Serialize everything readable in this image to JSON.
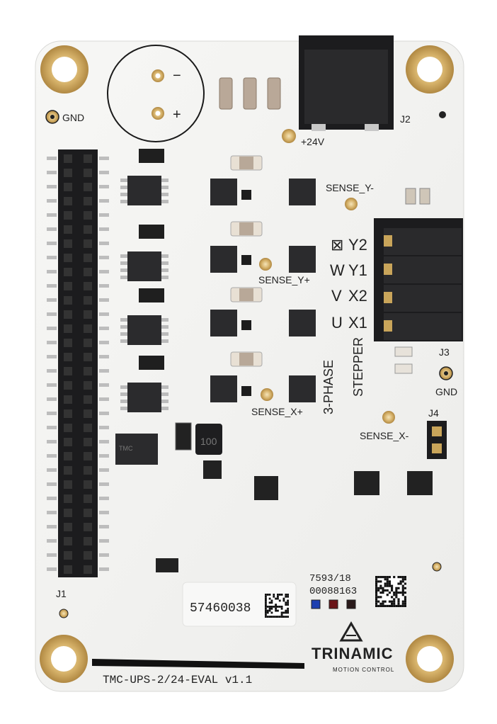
{
  "board": {
    "name": "TMC-UPS-2/24-EVAL v1.1",
    "brand": "TRINAMIC",
    "brand_tagline": "MOTION CONTROL",
    "serial_number": "57460038",
    "lot_code": "7593/18",
    "lot_number": "00088163"
  },
  "silkscreen": {
    "gnd_top": "GND",
    "gnd_right": "GND",
    "plus_24v": "+24V",
    "j1": "J1",
    "j2": "J2",
    "j3": "J3",
    "j4": "J4",
    "sense_y_minus": "SENSE_Y-",
    "sense_y_plus": "SENSE_Y+",
    "sense_x_plus": "SENSE_X+",
    "sense_x_minus": "SENSE_X-",
    "motor_pins": [
      {
        "phase": "⊠",
        "label": "Y2"
      },
      {
        "phase": "W",
        "label": "Y1"
      },
      {
        "phase": "V",
        "label": "X2"
      },
      {
        "phase": "U",
        "label": "X1"
      }
    ],
    "stepper_line1": "3-PHASE",
    "stepper_line2": "STEPPER",
    "cap_minus": "−",
    "cap_plus": "+",
    "inductor": "100"
  },
  "colors": {
    "board": "#f3f3f1",
    "gold": "#c8a25a",
    "connector": "#1c1c1e",
    "ic": "#2b2b2d",
    "resistor": "#e8e0d4",
    "led_blue": "#1d3fb0",
    "led_red": "#6a1418",
    "led_dark": "#2a1a1a"
  }
}
